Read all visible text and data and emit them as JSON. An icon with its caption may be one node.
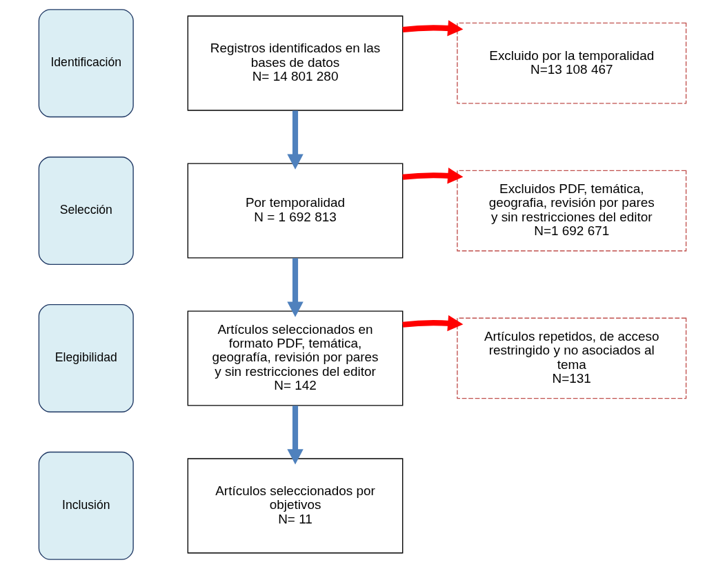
{
  "diagram": {
    "nodes": [
      {
        "text": [
          "Identificación"
        ]
      },
      {
        "text": [
          "Registros identificados en las bases de datos",
          "N= 14 801 280"
        ]
      },
      {
        "text": [
          "Excluido por la temporalidad",
          "N=13 108 467"
        ]
      },
      {
        "text": [
          "Selección"
        ]
      },
      {
        "text": [
          "Por temporalidad",
          "N = 1 692 813"
        ]
      },
      {
        "text": [
          "Excluidos PDF, temática, geografia, revisión por pares y sin restricciones del editor",
          "N=1 692 671"
        ]
      },
      {
        "text": [
          "Elegibilidad"
        ]
      },
      {
        "text": [
          "Artículos seleccionados en formato PDF, temática, geografía, revisión por pares y sin restricciones del editor",
          "N= 142"
        ]
      },
      {
        "text": [
          "Artículos repetidos, de acceso restringido y no asociados al tema",
          "N=131"
        ]
      },
      {
        "text": [
          "Inclusión"
        ]
      },
      {
        "text": [
          "Artículos seleccionados por objetivos",
          "N= 11"
        ]
      }
    ],
    "edges": [
      {
        "from": 1,
        "to": 2,
        "arrow": "to",
        "color": "#ff0000"
      },
      {
        "from": 1,
        "to": 4,
        "arrow": "to",
        "color": "#4f81bd"
      },
      {
        "from": 4,
        "to": 5,
        "arrow": "to",
        "color": "#ff0000"
      },
      {
        "from": 4,
        "to": 7,
        "arrow": "to",
        "color": "#4f81bd"
      },
      {
        "from": 7,
        "to": 8,
        "arrow": "to",
        "color": "#ff0000"
      },
      {
        "from": 7,
        "to": 10,
        "arrow": "to",
        "color": "#4f81bd"
      }
    ]
  }
}
